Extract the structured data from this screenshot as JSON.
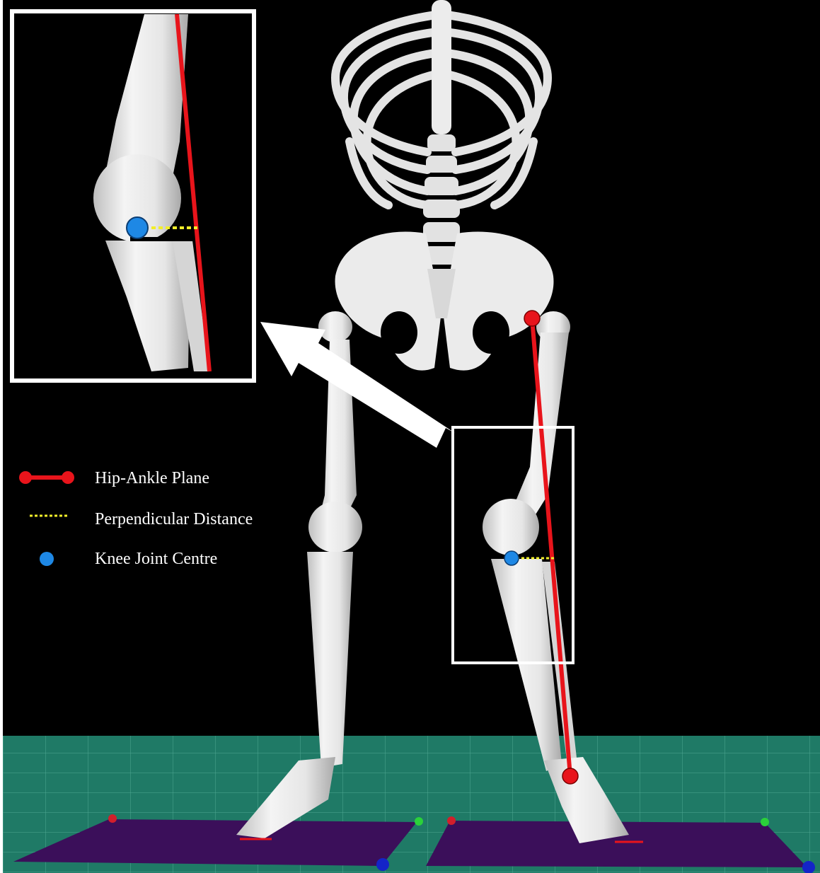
{
  "legend": {
    "items": [
      {
        "label": "Hip-Ankle Plane",
        "symbol": "red-line-with-endpoints",
        "color": "#e8141b"
      },
      {
        "label": "Perpendicular Distance",
        "symbol": "yellow-dotted-line",
        "color": "#f2ee2a"
      },
      {
        "label": "Knee Joint Centre",
        "symbol": "blue-dot",
        "color": "#1e88e5"
      }
    ]
  },
  "colors": {
    "background": "#000000",
    "bone": "#e9e9e9",
    "hip_ankle_line": "#e8141b",
    "perpendicular": "#f2ee2a",
    "knee_centre": "#1e88e5",
    "floor": "#1f7a66",
    "force_plate": "#3b0f5a",
    "highlight_box": "#ffffff"
  }
}
